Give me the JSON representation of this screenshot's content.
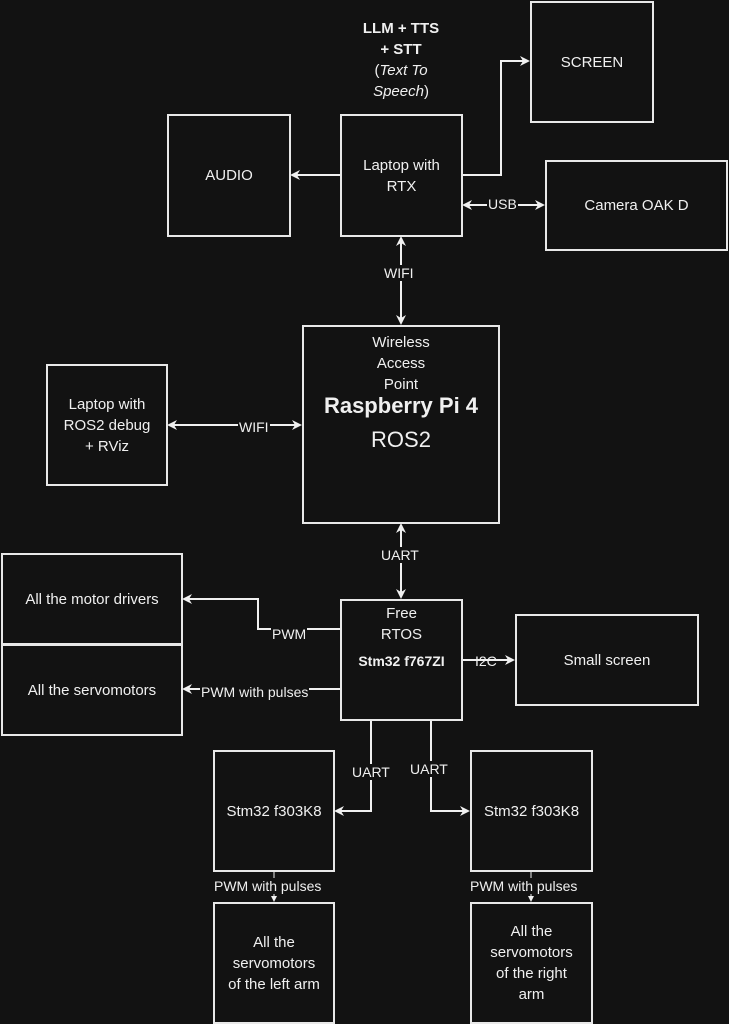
{
  "diagram": {
    "nodes": {
      "screen": {
        "label": "SCREEN"
      },
      "audio": {
        "label": "AUDIO"
      },
      "laptop_rtx": {
        "line1": "Laptop with",
        "line2": "RTX"
      },
      "camera": {
        "label": "Camera OAK D"
      },
      "rpi": {
        "line1": "Wireless",
        "line2": "Access",
        "line3": "Point",
        "title": "Raspberry Pi 4",
        "subtitle": "ROS2"
      },
      "laptop_ros2": {
        "line1": "Laptop with",
        "line2": "ROS2 debug",
        "line3": "+ RViz"
      },
      "motor_drivers": {
        "label": "All the motor drivers"
      },
      "servomotors": {
        "label": "All the servomotors"
      },
      "stm_main": {
        "line1": "Free",
        "line2": "RTOS",
        "title": "Stm32 f767ZI"
      },
      "small_screen": {
        "label": "Small screen"
      },
      "stm_left": {
        "label": "Stm32 f303K8"
      },
      "stm_right": {
        "label": "Stm32 f303K8"
      },
      "left_arm": {
        "line1": "All the",
        "line2": "servomotors",
        "line3": "of the left arm"
      },
      "right_arm": {
        "line1": "All the",
        "line2": "servomotors",
        "line3": "of the right",
        "line4": "arm"
      }
    },
    "note": {
      "line1": "LLM + TTS",
      "line2": "+ STT",
      "paren_open": "(",
      "italic": "Text To",
      "italic2": "Speech",
      "paren_close": ")"
    },
    "edges": {
      "usb": "USB",
      "wifi_top": "WIFI",
      "wifi_left": "WIFI",
      "uart_main": "UART",
      "pwm": "PWM",
      "pwm_pulses": "PWM with pulses",
      "i2c": "I2C",
      "uart_left": "UART",
      "uart_right": "UART",
      "pwm_pulses_left": "PWM with pulses",
      "pwm_pulses_right": "PWM with pulses"
    }
  }
}
